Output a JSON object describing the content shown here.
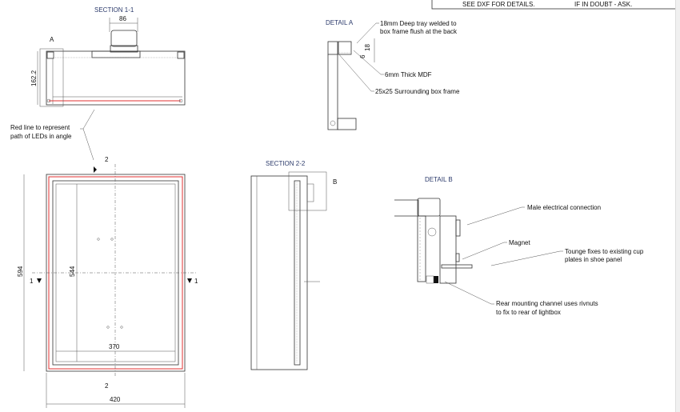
{
  "banner": {
    "left": "SEE DXF FOR DETAILS.",
    "right": "IF IN DOUBT - ASK."
  },
  "section_1_1": {
    "title": "SECTION 1-1",
    "dim_width": "86",
    "dim_height": "162.2",
    "detail_marker": "A"
  },
  "led_note": {
    "line1": "Red line to represent",
    "line2": "path of LEDs in angle"
  },
  "detail_a": {
    "title": "DETAIL A",
    "note_tray_1": "18mm Deep tray welded to",
    "note_tray_2": "box frame flush at the back",
    "dim_18": "18",
    "dim_6": "6",
    "note_mdf": "6mm Thick MDF",
    "note_frame": "25x25 Surrounding box frame"
  },
  "front_view": {
    "dim_total_height": "594",
    "dim_inner_height": "544",
    "dim_inner_width": "370",
    "dim_total_width": "420",
    "section_mark_2": "2",
    "section_mark_1": "1"
  },
  "section_2_2": {
    "title": "SECTION 2-2",
    "detail_marker": "B"
  },
  "detail_b": {
    "title": "DETAIL B",
    "note_male": "Male electrical connection",
    "note_magnet": "Magnet",
    "note_tongue_1": "Tounge fixes to existing cup",
    "note_tongue_2": "plates in shoe panel",
    "note_rear_1": "Rear mounting channel uses rivnuts",
    "note_rear_2": "to fix to rear of lightbox"
  },
  "colors": {
    "title": "#2b3a6b",
    "led_path": "#e03030"
  }
}
